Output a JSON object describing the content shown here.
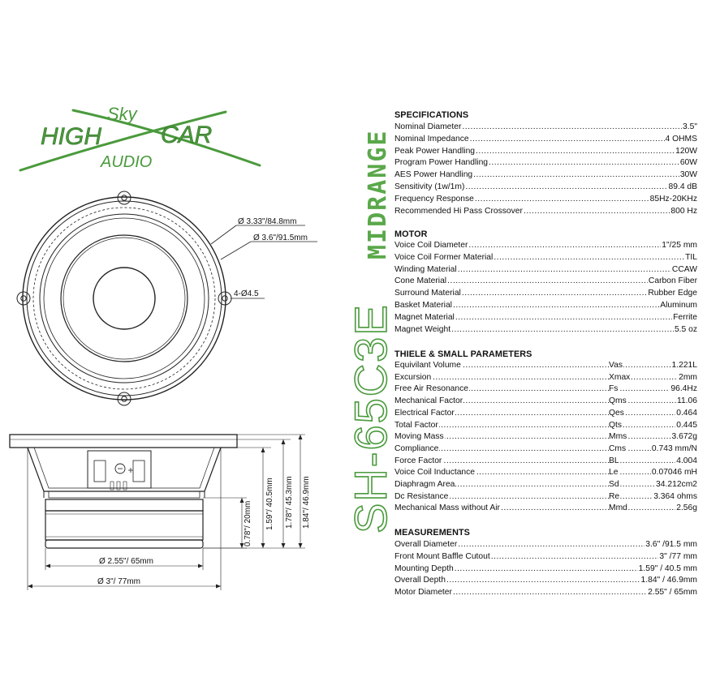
{
  "logo": {
    "text_high": "HIGH",
    "text_sky": "Sky",
    "text_car": "CAR",
    "text_audio": "AUDIO",
    "color": "#4a9a3c"
  },
  "product": {
    "model": "SH-65C3E",
    "category": "MIDRANGE",
    "accent_color": "#4a9a3c"
  },
  "drawing": {
    "front_labels": {
      "outer_ring": "Ø  3.33\"/84.8mm",
      "outer_diameter": "Ø  3.6\"/91.5mm",
      "holes": "4-Ø4.5"
    },
    "side_labels": {
      "magnet_height": "0.78\"/ 20mm",
      "mount_depth": "1.59\"/ 40.5mm",
      "depth_45": "1.78\"/ 45.3mm",
      "overall_depth": "1.84\"/ 46.9mm",
      "magnet_diameter": "Ø 2.55\"/ 65mm",
      "front_diameter": "Ø 3\"/ 77mm"
    }
  },
  "specifications": {
    "title": "SPECIFICATIONS",
    "rows": [
      {
        "label": "Nominal Diameter",
        "value": "3.5\""
      },
      {
        "label": "Nominal Impedance",
        "value": "4 OHMS"
      },
      {
        "label": "Peak Power Handling",
        "value": "120W"
      },
      {
        "label": "Program Power Handling",
        "value": "60W"
      },
      {
        "label": "AES Power Handling",
        "value": "30W"
      },
      {
        "label": "Sensitivity (1w/1m)",
        "value": "89.4 dB"
      },
      {
        "label": "Frequency Response",
        "value": "85Hz-20KHz"
      },
      {
        "label": "Recommended Hi Pass Crossover",
        "value": "800 Hz"
      }
    ]
  },
  "motor": {
    "title": "MOTOR",
    "rows": [
      {
        "label": "Voice Coil Diameter",
        "value": "1\"/25 mm"
      },
      {
        "label": "Voice Coil Former Material",
        "value": "TIL"
      },
      {
        "label": "Winding Material",
        "value": "CCAW"
      },
      {
        "label": "Cone Material",
        "value": "Carbon Fiber"
      },
      {
        "label": "Surround Material",
        "value": "Rubber Edge"
      },
      {
        "label": "Basket Material",
        "value": "Aluminum"
      },
      {
        "label": "Magnet Material",
        "value": "Ferrite"
      },
      {
        "label": "Magnet Weight",
        "value": "5.5 oz"
      }
    ]
  },
  "ts_parameters": {
    "title": "THIELE & SMALL PARAMETERS",
    "rows": [
      {
        "label": "Equivilant Volume",
        "symbol": "Vas",
        "value": "1.221L"
      },
      {
        "label": "Excursion",
        "symbol": "Xmax",
        "value": "2mm"
      },
      {
        "label": "Free Air Resonance",
        "symbol": "Fs",
        "value": "96.4Hz"
      },
      {
        "label": "Mechanical Factor",
        "symbol": "Qms",
        "value": "11.06"
      },
      {
        "label": "Electrical Factor",
        "symbol": "Qes",
        "value": "0.464"
      },
      {
        "label": "Total Factor",
        "symbol": "Qts",
        "value": "0.445"
      },
      {
        "label": "Moving Mass",
        "symbol": "Mms",
        "value": "3.672g"
      },
      {
        "label": "Compliance",
        "symbol": "Cms",
        "value": "0.743 mm/N"
      },
      {
        "label": "Force Factor",
        "symbol": "BL",
        "value": "4.004"
      },
      {
        "label": "Voice Coil Inductance",
        "symbol": "Le",
        "value": "0.07046 mH"
      },
      {
        "label": "Diaphragm Area",
        "symbol": "Sd",
        "value": "34.212cm2"
      },
      {
        "label": "Dc Resistance",
        "symbol": "Re",
        "value": "3.364 ohms"
      },
      {
        "label": "Mechanical Mass without Air",
        "symbol": "Mmd",
        "value": "2.56g"
      }
    ]
  },
  "measurements": {
    "title": "MEASUREMENTS",
    "rows": [
      {
        "label": "Overall Diameter",
        "value": "3.6\" /91.5 mm"
      },
      {
        "label": "Front Mount Baffle Cutout",
        "value": "3\" /77 mm"
      },
      {
        "label": "Mounting Depth",
        "value": "1.59\" / 40.5 mm"
      },
      {
        "label": "Overall Depth",
        "value": "1.84\" / 46.9mm"
      },
      {
        "label": "Motor Diameter",
        "value": "2.55\" / 65mm"
      }
    ]
  }
}
